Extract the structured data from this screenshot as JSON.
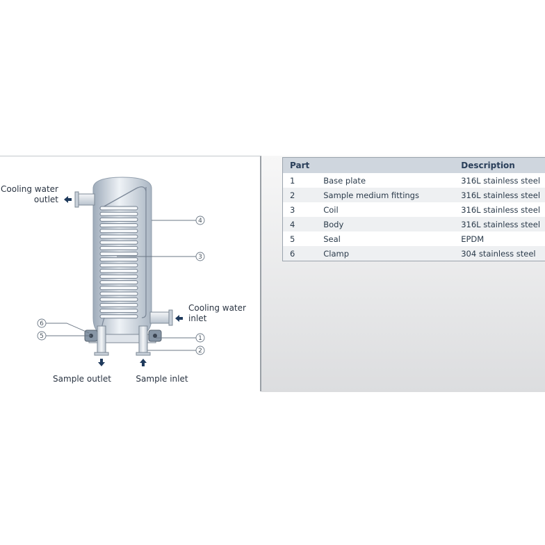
{
  "diagram": {
    "labels": {
      "cooling_outlet_line1": "Cooling water",
      "cooling_outlet_line2": "outlet",
      "cooling_inlet_line1": "Cooling water",
      "cooling_inlet_line2": "inlet",
      "sample_outlet": "Sample outlet",
      "sample_inlet": "Sample inlet"
    },
    "callouts": [
      "1",
      "2",
      "3",
      "4",
      "5",
      "6"
    ]
  },
  "table": {
    "headers": {
      "part": "Part",
      "description": "Description"
    },
    "rows": [
      {
        "part": "1",
        "name": "Base plate",
        "description": "316L stainless steel"
      },
      {
        "part": "2",
        "name": "Sample medium fittings",
        "description": "316L stainless steel"
      },
      {
        "part": "3",
        "name": "Coil",
        "description": "316L stainless steel"
      },
      {
        "part": "4",
        "name": "Body",
        "description": "316L stainless steel"
      },
      {
        "part": "5",
        "name": "Seal",
        "description": "EPDM"
      },
      {
        "part": "6",
        "name": "Clamp",
        "description": "304 stainless steel"
      }
    ]
  },
  "colors": {
    "arrow": "#1f3a5c",
    "header_bg": "#cfd6de",
    "body_gradient_dark": "#a9b6c4",
    "body_gradient_light": "#edf1f5"
  }
}
